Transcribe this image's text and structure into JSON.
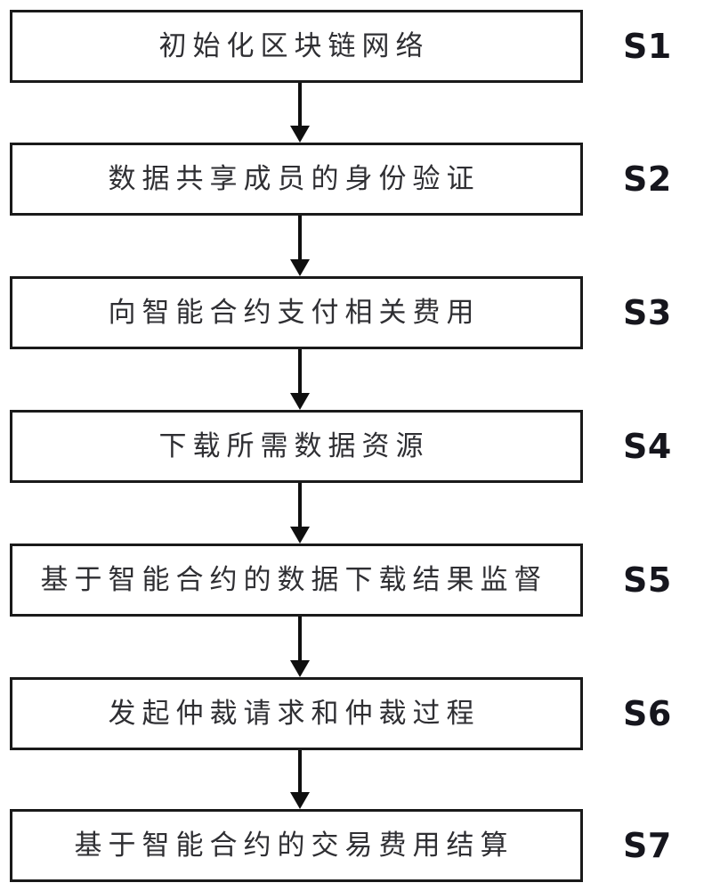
{
  "diagram": {
    "type": "flowchart",
    "orientation": "vertical",
    "title": "",
    "background_color": "#ffffff",
    "box_border_color": "#1a1a1a",
    "text_color": "#2f2f33",
    "tag_color": "#16161d",
    "arrow_color": "#0f0f0f",
    "steps": [
      {
        "tag": "S1",
        "label": "初始化区块链网络"
      },
      {
        "tag": "S2",
        "label": "数据共享成员的身份验证"
      },
      {
        "tag": "S3",
        "label": "向智能合约支付相关费用"
      },
      {
        "tag": "S4",
        "label": "下载所需数据资源"
      },
      {
        "tag": "S5",
        "label": "基于智能合约的数据下载结果监督"
      },
      {
        "tag": "S6",
        "label": "发起仲裁请求和仲裁过程"
      },
      {
        "tag": "S7",
        "label": "基于智能合约的交易费用结算"
      }
    ],
    "connectors": [
      {
        "from": "S1",
        "to": "S2"
      },
      {
        "from": "S2",
        "to": "S3"
      },
      {
        "from": "S3",
        "to": "S4"
      },
      {
        "from": "S4",
        "to": "S5"
      },
      {
        "from": "S5",
        "to": "S6"
      },
      {
        "from": "S6",
        "to": "S7"
      }
    ]
  }
}
